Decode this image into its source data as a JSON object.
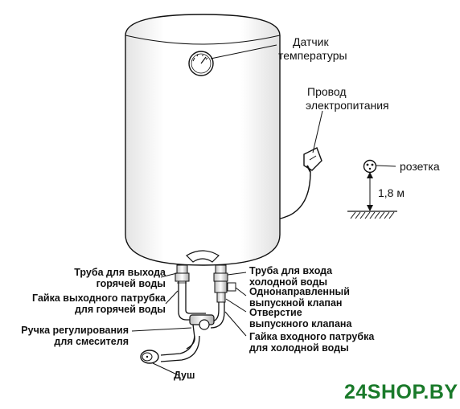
{
  "labels": {
    "temp_sensor": [
      "Датчик",
      "температуры"
    ],
    "power_cord": [
      "Провод",
      "электропитания"
    ],
    "socket": "розетка",
    "height": "1,8 м",
    "hot_pipe": [
      "Труба для выхода",
      "горячей воды"
    ],
    "hot_nut": [
      "Гайка выходного патрубка",
      "для горячей воды"
    ],
    "mixer_handle": [
      "Ручка регулирования",
      "для смесителя"
    ],
    "shower": "Душ",
    "cold_pipe": [
      "Труба для входа",
      "холодной воды"
    ],
    "check_valve": [
      "Однонаправленный",
      "выпускной клапан"
    ],
    "valve_hole": [
      "Отверстие",
      "выпускного клапана"
    ],
    "cold_nut": [
      "Гайка входного патрубка",
      "для холодной воды"
    ]
  },
  "watermark": "24SHOP.BY",
  "colors": {
    "line": "#111111",
    "watermark": "#1a7a2a",
    "tank_shade": "#f2f2f2"
  }
}
